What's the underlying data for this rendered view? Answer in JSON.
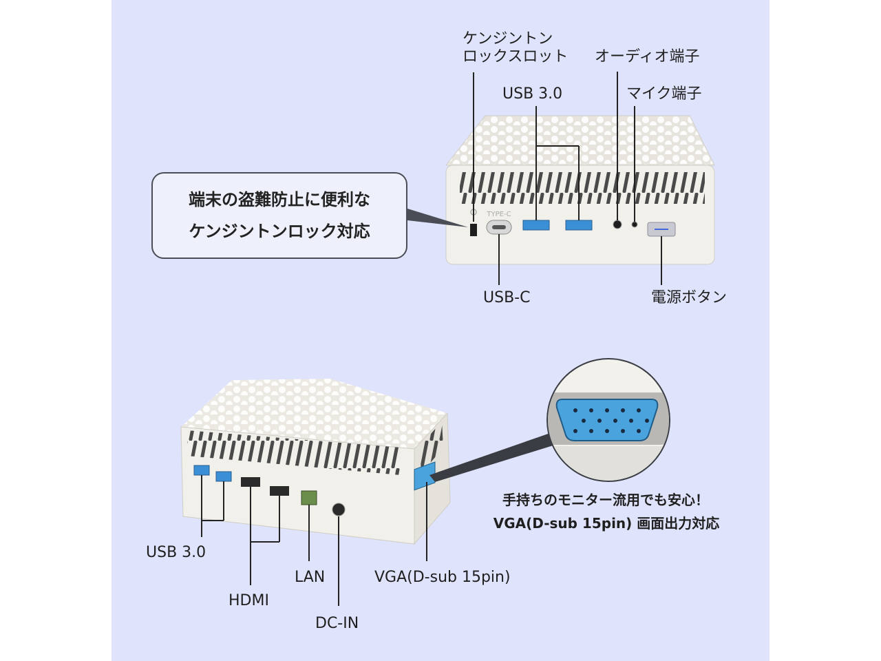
{
  "top_labels": {
    "kensington_slot": "ケンジントン\nロックスロット",
    "usb30": "USB 3.0",
    "audio": "オーディオ端子",
    "mic": "マイク端子",
    "usbc": "USB-C",
    "power": "電源ボタン"
  },
  "port_marks": {
    "type_c": "TYPE-C"
  },
  "bubble": {
    "line1": "端末の盗難防止に便利な",
    "line2": "ケンジントンロック対応"
  },
  "bottom_labels": {
    "usb30": "USB 3.0",
    "hdmi": "HDMI",
    "lan": "LAN",
    "dcin": "DC-IN",
    "vga": "VGA(D-sub 15pin)"
  },
  "vga_caption": {
    "line1": "手持ちのモニター流用でも安心！",
    "line2": "VGA(D-sub 15pin) 画面出力対応"
  },
  "colors": {
    "background": "#dfe3fb",
    "device": "#f1f0ea",
    "usb_blue": "#3b8fd6",
    "vga_blue": "#4aa3dd"
  }
}
